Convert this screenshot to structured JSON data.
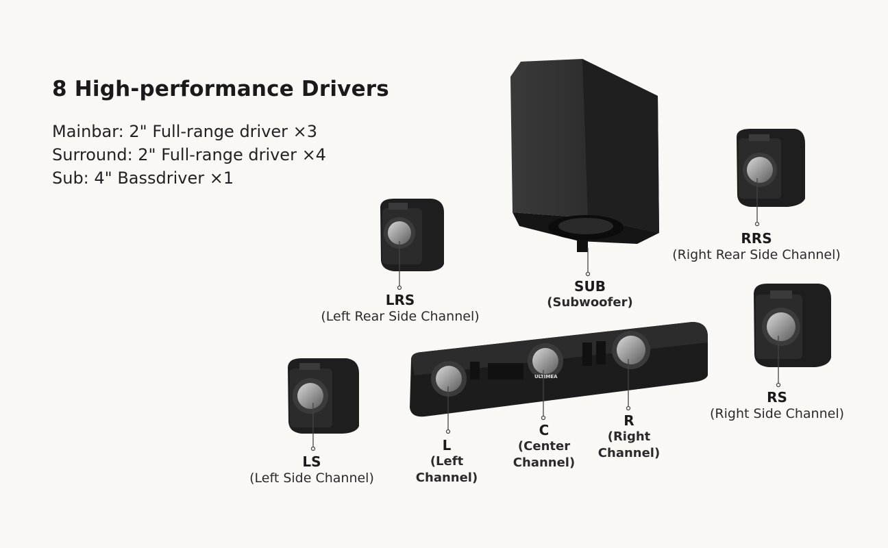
{
  "heading": "8 High-performance Drivers",
  "specs": [
    "Mainbar: 2\" Full-range driver ×3",
    "Surround: 2\" Full-range driver ×4",
    "Sub: 4\" Bassdriver ×1"
  ],
  "soundbar_logo": "ULTIMEA",
  "labels": {
    "sub": {
      "code": "SUB",
      "desc": "(Subwoofer)"
    },
    "rrs": {
      "code": "RRS",
      "desc": "(Right Rear Side Channel)"
    },
    "lrs": {
      "code": "LRS",
      "desc": "(Left Rear Side Channel)"
    },
    "rs": {
      "code": "RS",
      "desc": "(Right Side Channel)"
    },
    "ls": {
      "code": "LS",
      "desc": "(Left Side Channel)"
    },
    "l": {
      "code": "L",
      "desc1": "(Left",
      "desc2": "Channel)"
    },
    "c": {
      "code": "C",
      "desc1": "(Center",
      "desc2": "Channel)"
    },
    "r": {
      "code": "R",
      "desc1": "(Right",
      "desc2": "Channel)"
    }
  }
}
